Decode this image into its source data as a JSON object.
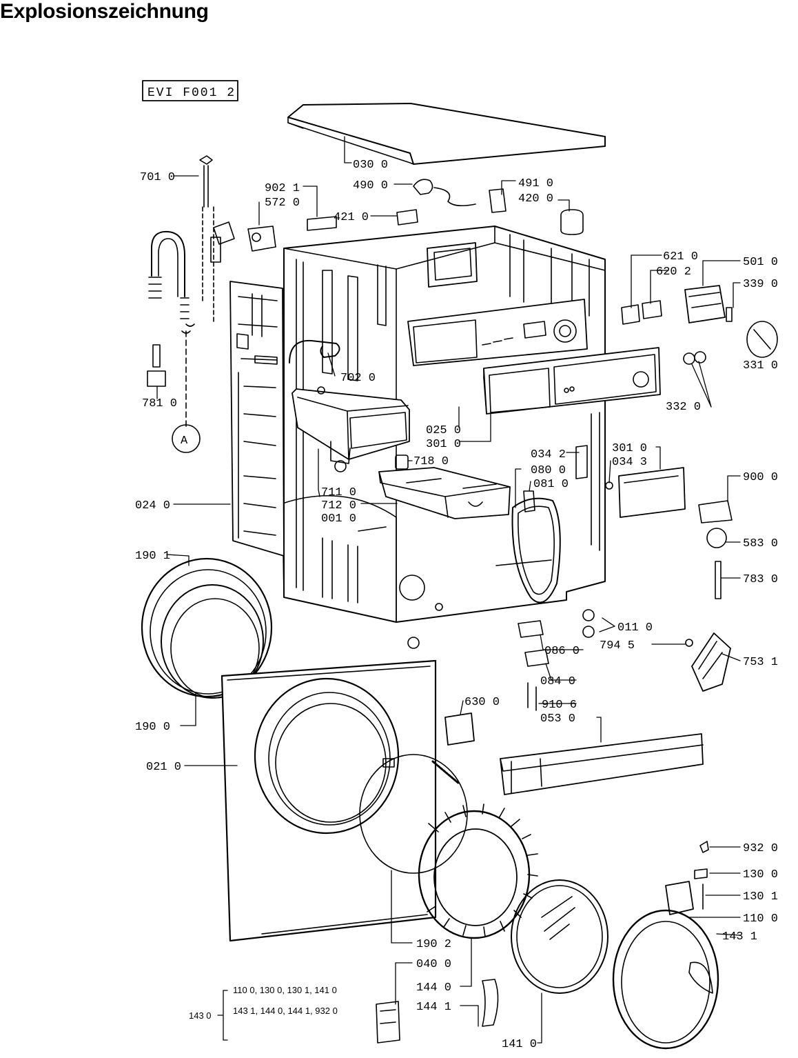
{
  "title": "Explosionszeichnung",
  "drawing_code": "EVI F001 2",
  "callouts": {
    "c0300": "030 0",
    "c4900": "490 0",
    "c4910": "491 0",
    "c4200": "420 0",
    "c9021": "902 1",
    "c5720": "572 0",
    "c4210": "421 0",
    "c7010": "701 0",
    "c6210": "621 0",
    "c6202": "620 2",
    "c5010": "501 0",
    "c3390": "339 0",
    "c3310": "331 0",
    "c3320": "332 0",
    "c7020": "702 0",
    "c7810": "781 0",
    "c0250": "025 0",
    "c3010a": "301 0",
    "c3010b": "301 0",
    "c0342": "034 2",
    "c0343": "034 3",
    "c7180": "718 0",
    "c0800": "080 0",
    "c0810": "081 0",
    "c9000": "900 0",
    "c7110": "711 0",
    "c7120": "712 0",
    "c0010": "001 0",
    "c0240": "024 0",
    "c5830": "583 0",
    "c1901": "190 1",
    "c7830": "783 0",
    "c0110": "011 0",
    "c7945": "794 5",
    "c0860": "086 0",
    "c7531": "753 1",
    "c0840": "084 0",
    "c6300": "630 0",
    "c9106": "910 6",
    "c0530": "053 0",
    "c1900": "190 0",
    "c0210": "021 0",
    "c9320": "932 0",
    "c1300": "130 0",
    "c1301": "130 1",
    "c1100": "110 0",
    "c1431": "143 1",
    "c1902": "190 2",
    "c0400": "040 0",
    "c1440": "144 0",
    "c1441": "144 1",
    "c1410": "141 0"
  },
  "circle_marker": "A",
  "kit_note": {
    "label": "143 0",
    "line1": "110 0, 130 0, 130 1, 141 0",
    "line2": "143 1, 144 0, 144 1, 932 0"
  }
}
